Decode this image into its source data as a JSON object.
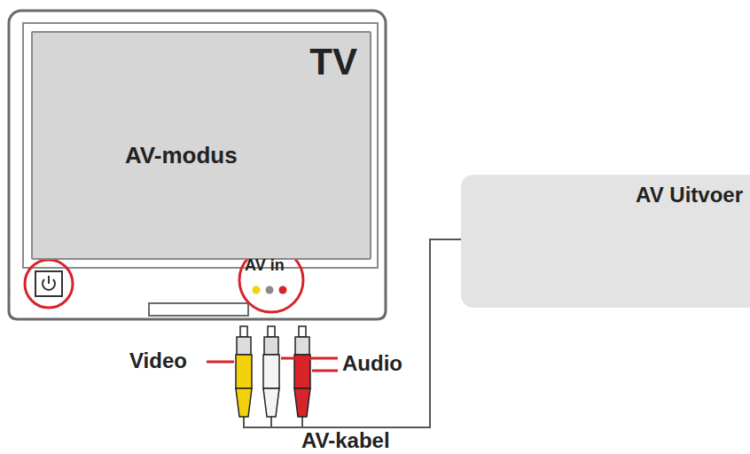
{
  "diagram": {
    "nodes": [
      {
        "text": [
          "TV",
          "AV-modus"
        ]
      },
      {
        "text": [
          "AV Uitvoer"
        ]
      }
    ],
    "labels": [
      "AV in",
      "Video",
      "Audio",
      "AV-kabel"
    ]
  }
}
